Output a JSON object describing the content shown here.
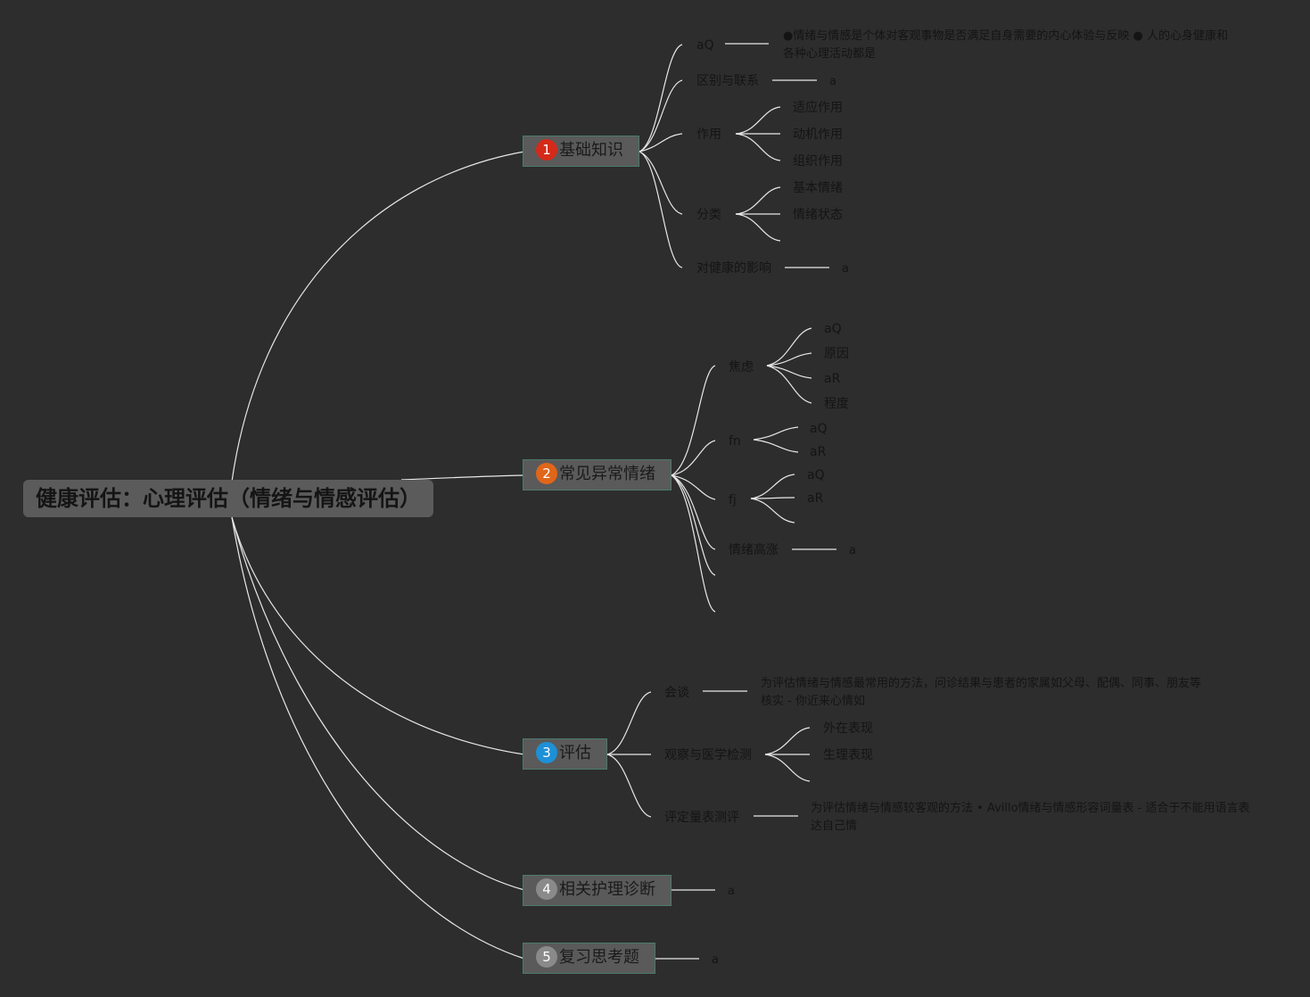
{
  "root": {
    "title": "健康评估：心理评估（情绪与情感评估）"
  },
  "colors": {
    "background": "#2d2d2d",
    "line": "#e8e8e8",
    "node_fill": "#5a5a5a",
    "node_border": "#4d7a6a"
  },
  "branches": [
    {
      "number": "1",
      "badge_color": "#d42a1a",
      "label": "基础知识",
      "children": [
        {
          "label": "aQ",
          "note": "●情绪与情感是个体对客观事物是否满足自身需要的内心体验与反映 ● 人的心身健康和各种心理活动都是"
        },
        {
          "label": "区别与联系",
          "note": "a"
        },
        {
          "label": "作用",
          "children": [
            "适应作用",
            "动机作用",
            "组织作用"
          ]
        },
        {
          "label": "分类",
          "children": [
            "基本情绪",
            "情绪状态",
            ""
          ]
        },
        {
          "label": "对健康的影响",
          "note": "a"
        }
      ]
    },
    {
      "number": "2",
      "badge_color": "#e0661a",
      "label": "常见异常情绪",
      "children": [
        {
          "label": "焦虑",
          "children": [
            "aQ",
            "原因",
            "aR",
            "程度"
          ]
        },
        {
          "label": "fn",
          "children": [
            "aQ",
            "aR"
          ]
        },
        {
          "label": "fj",
          "children": [
            "aQ",
            "aR",
            ""
          ]
        },
        {
          "label": "情绪高涨",
          "note": "a"
        },
        {
          "label": ""
        },
        {
          "label": ""
        }
      ]
    },
    {
      "number": "3",
      "badge_color": "#1e90d6",
      "label": "评估",
      "children": [
        {
          "label": "会谈",
          "note": "为评估情绪与情感最常用的方法，问诊结果与患者的家属如父母、配偶、同事、朋友等核实 - 你近来心情如"
        },
        {
          "label": "观察与医学检测",
          "children": [
            "外在表现",
            "生理表现",
            ""
          ]
        },
        {
          "label": "评定量表测评",
          "note": "为评估情绪与情感较客观的方法 • Avillo情绪与情感形容词量表 - 适合于不能用语言表达自己情"
        }
      ]
    },
    {
      "number": "4",
      "badge_color": "#8a8a8a",
      "label": "相关护理诊断",
      "note": "a"
    },
    {
      "number": "5",
      "badge_color": "#8a8a8a",
      "label": "复习思考题",
      "note": "a"
    }
  ]
}
